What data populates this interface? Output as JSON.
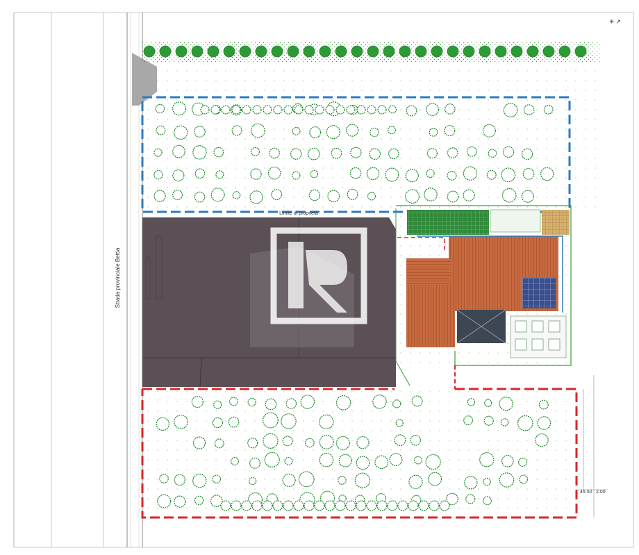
{
  "labels": {
    "property_limit": "Limite di proprietà",
    "road_name": "Strada provinciale Bettia",
    "corner_mark": "✳ ↗",
    "dim_a": "46.50",
    "dim_b": "2.00"
  },
  "legend": {
    "blue_dashed": "#2b7bc2",
    "red_dashed": "#d8262a",
    "tree_outline": "#1f8a2a",
    "paving": "#5a5056",
    "roof": "#c8633a",
    "solar": "#4a5e9a"
  }
}
